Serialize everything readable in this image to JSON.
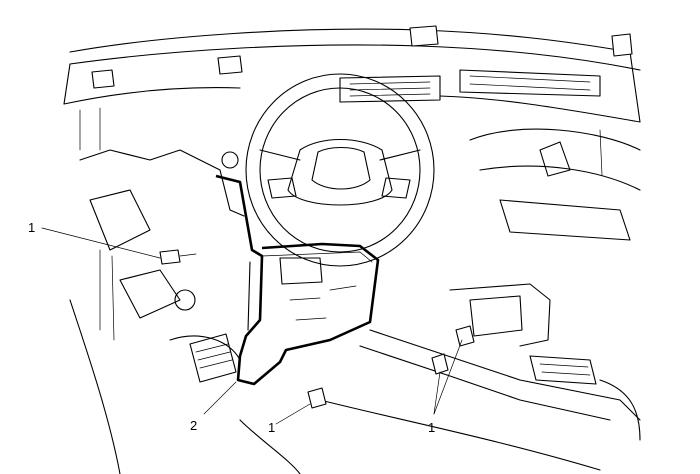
{
  "callouts": {
    "fastener_top_left": "1",
    "bracket": "2",
    "fastener_bottom": "1",
    "fastener_right": "1"
  }
}
